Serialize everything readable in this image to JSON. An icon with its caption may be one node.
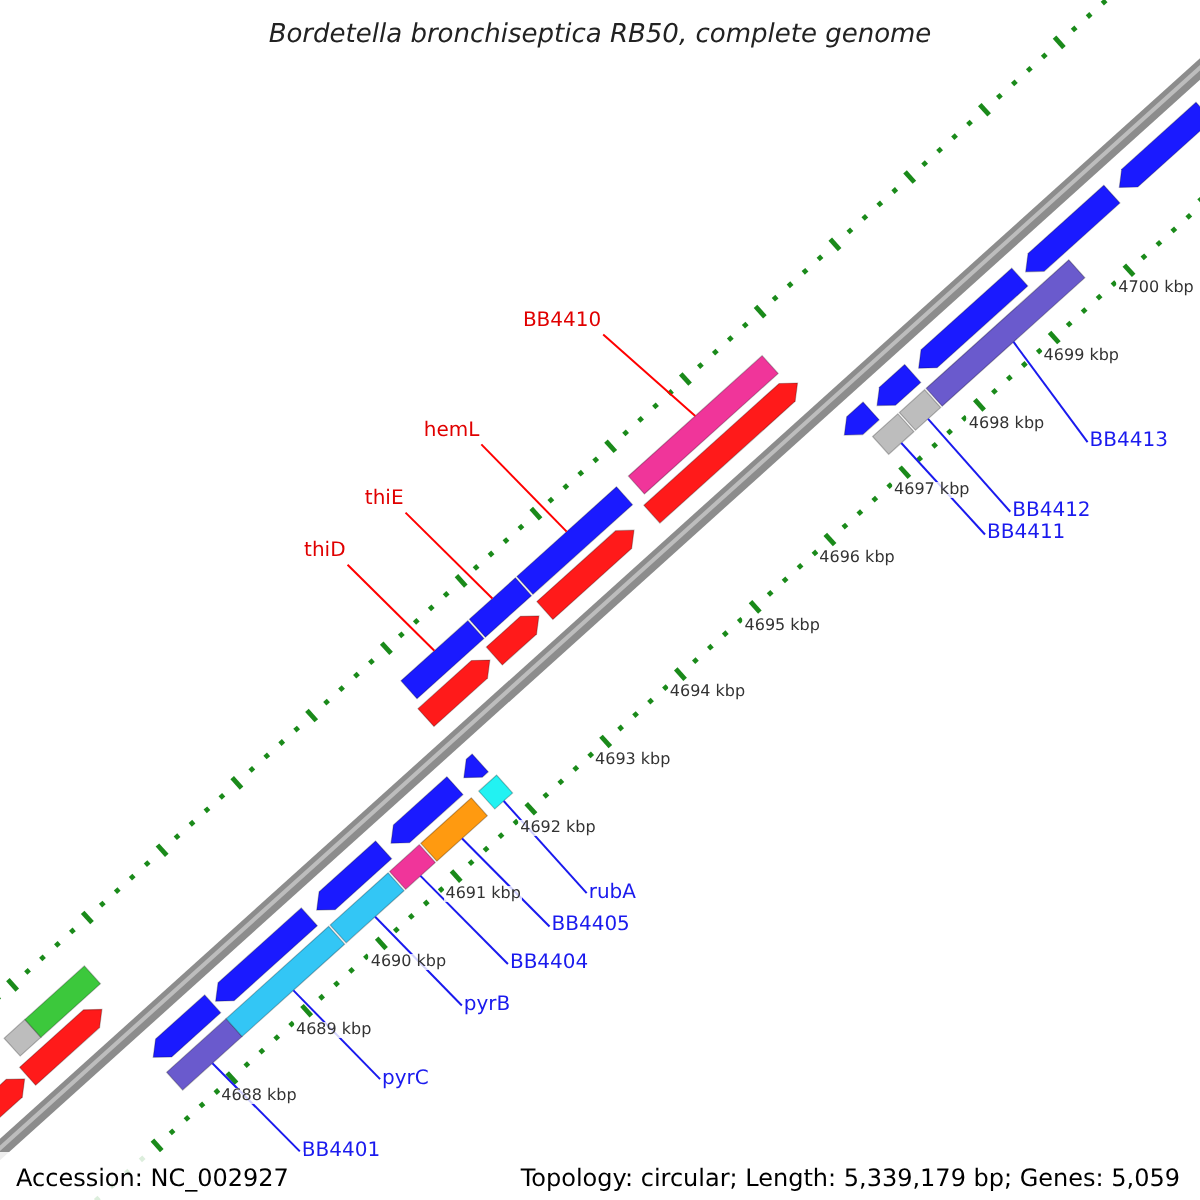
{
  "diagram": {
    "title": "Bordetella bronchiseptica RB50, complete genome",
    "nodes": [
      {
        "text": [
          "BB4410"
        ]
      },
      {
        "text": [
          "hemL"
        ]
      },
      {
        "text": [
          "thiE"
        ]
      },
      {
        "text": [
          "thiD"
        ]
      },
      {
        "text": [
          "BB4413"
        ]
      },
      {
        "text": [
          "BB4412"
        ]
      },
      {
        "text": [
          "BB4411"
        ]
      },
      {
        "text": [
          "rubA"
        ]
      },
      {
        "text": [
          "BB4405"
        ]
      },
      {
        "text": [
          "BB4404"
        ]
      },
      {
        "text": [
          "pyrB"
        ]
      },
      {
        "text": [
          "pyrC"
        ]
      },
      {
        "text": [
          "BB4401"
        ]
      },
      {
        "text": [],
        "shape": "bar"
      },
      {
        "text": [],
        "shape": "bar"
      },
      {
        "text": [],
        "shape": "bar"
      },
      {
        "text": [],
        "shape": "bar"
      },
      {
        "text": [],
        "shape": "bar"
      },
      {
        "text": [],
        "shape": "bar"
      },
      {
        "text": [],
        "shape": "bar"
      },
      {
        "text": [],
        "shape": "bar"
      },
      {
        "text": [],
        "shape": "bar"
      },
      {
        "text": [],
        "shape": "bar"
      },
      {
        "text": [],
        "shape": "bar"
      },
      {
        "text": [],
        "shape": "bar"
      },
      {
        "text": [],
        "shape": "bar"
      },
      {
        "text": [],
        "shape": "arrow"
      },
      {
        "text": [],
        "shape": "bar"
      },
      {
        "text": [],
        "shape": "bar"
      },
      {
        "text": [],
        "shape": "arrow"
      },
      {
        "text": [],
        "shape": "arrow"
      },
      {
        "text": [],
        "shape": "arrow"
      },
      {
        "text": [],
        "shape": "arrow"
      },
      {
        "text": [],
        "shape": "arrow"
      },
      {
        "text": [],
        "shape": "arrow"
      },
      {
        "text": [],
        "shape": "arrow"
      },
      {
        "text": [],
        "shape": "arrow"
      },
      {
        "text": [],
        "shape": "arrow"
      },
      {
        "text": [],
        "shape": "arrow"
      },
      {
        "text": [],
        "shape": "arrow"
      },
      {
        "text": [],
        "shape": "arrow"
      },
      {
        "text": [],
        "shape": "arrow"
      },
      {
        "text": [],
        "shape": "arrow"
      },
      {
        "text": [],
        "shape": "arrow"
      }
    ],
    "edges": [
      {
        "from": 0,
        "to": 22,
        "arrow": "none",
        "color": "#ff0000"
      },
      {
        "from": 1,
        "to": 21,
        "arrow": "none",
        "color": "#ff0000"
      },
      {
        "from": 2,
        "to": 20,
        "arrow": "none",
        "color": "#ff0000"
      },
      {
        "from": 3,
        "to": 17,
        "arrow": "none",
        "color": "#ff0000"
      },
      {
        "from": 4,
        "to": 25,
        "arrow": "none"
      },
      {
        "from": 5,
        "to": 24,
        "arrow": "none"
      },
      {
        "from": 6,
        "to": 23,
        "arrow": "none"
      },
      {
        "from": 7,
        "to": 19,
        "arrow": "none"
      },
      {
        "from": 8,
        "to": 18,
        "arrow": "none"
      },
      {
        "from": 9,
        "to": 16,
        "arrow": "none"
      },
      {
        "from": 10,
        "to": 15,
        "arrow": "none"
      },
      {
        "from": 11,
        "to": 14,
        "arrow": "none"
      },
      {
        "from": 12,
        "to": 13,
        "arrow": "none"
      }
    ],
    "labels": [
      "4700 kbp",
      "4699 kbp",
      "4698 kbp",
      "4697 kbp",
      "4696 kbp",
      "4695 kbp",
      "4694 kbp",
      "4693 kbp",
      "4692 kbp",
      "4691 kbp",
      "4690 kbp",
      "4689 kbp",
      "4688 kbp",
      "Accession: NC_002927",
      "Topology: circular; Length: 5,339,179 bp; Genes: 5,059"
    ]
  }
}
